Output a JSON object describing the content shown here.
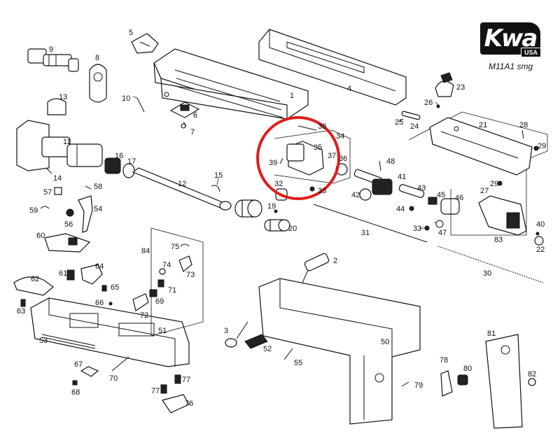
{
  "logo": {
    "brand": "Kwa",
    "sub": "USA",
    "model": "M11A1 smg"
  },
  "highlight": {
    "color": "#e11b1b"
  },
  "labels": [
    {
      "id": "l1",
      "text": "1"
    },
    {
      "id": "l2",
      "text": "2"
    },
    {
      "id": "l3",
      "text": "3"
    },
    {
      "id": "l4",
      "text": "4"
    },
    {
      "id": "l5",
      "text": "5"
    },
    {
      "id": "l6",
      "text": "6"
    },
    {
      "id": "l7",
      "text": "7"
    },
    {
      "id": "l8",
      "text": "8"
    },
    {
      "id": "l9",
      "text": "9"
    },
    {
      "id": "l10",
      "text": "10"
    },
    {
      "id": "l11",
      "text": "11"
    },
    {
      "id": "l12",
      "text": "12"
    },
    {
      "id": "l13",
      "text": "13"
    },
    {
      "id": "l14",
      "text": "14"
    },
    {
      "id": "l15",
      "text": "15"
    },
    {
      "id": "l16",
      "text": "16"
    },
    {
      "id": "l17",
      "text": "17"
    },
    {
      "id": "l19",
      "text": "19"
    },
    {
      "id": "l20",
      "text": "20"
    },
    {
      "id": "l21",
      "text": "21"
    },
    {
      "id": "l22",
      "text": "22"
    },
    {
      "id": "l23",
      "text": "23"
    },
    {
      "id": "l24",
      "text": "24"
    },
    {
      "id": "l25",
      "text": "25"
    },
    {
      "id": "l26",
      "text": "26"
    },
    {
      "id": "l27",
      "text": "27"
    },
    {
      "id": "l28",
      "text": "28"
    },
    {
      "id": "l29a",
      "text": "29"
    },
    {
      "id": "l29b",
      "text": "29"
    },
    {
      "id": "l30",
      "text": "30"
    },
    {
      "id": "l31",
      "text": "31"
    },
    {
      "id": "l32",
      "text": "32"
    },
    {
      "id": "l33a",
      "text": "33"
    },
    {
      "id": "l33b",
      "text": "33"
    },
    {
      "id": "l34",
      "text": "34"
    },
    {
      "id": "l35",
      "text": "35"
    },
    {
      "id": "l36",
      "text": "36"
    },
    {
      "id": "l37",
      "text": "37"
    },
    {
      "id": "l38",
      "text": "38"
    },
    {
      "id": "l39",
      "text": "39"
    },
    {
      "id": "l40",
      "text": "40"
    },
    {
      "id": "l41",
      "text": "41"
    },
    {
      "id": "l42",
      "text": "42"
    },
    {
      "id": "l43",
      "text": "43"
    },
    {
      "id": "l44",
      "text": "44"
    },
    {
      "id": "l45",
      "text": "45"
    },
    {
      "id": "l46",
      "text": "46"
    },
    {
      "id": "l47",
      "text": "47"
    },
    {
      "id": "l48",
      "text": "48"
    },
    {
      "id": "l50",
      "text": "50"
    },
    {
      "id": "l51",
      "text": "51"
    },
    {
      "id": "l52",
      "text": "52"
    },
    {
      "id": "l53",
      "text": "53"
    },
    {
      "id": "l54",
      "text": "54"
    },
    {
      "id": "l55",
      "text": "55"
    },
    {
      "id": "l56",
      "text": "56"
    },
    {
      "id": "l57",
      "text": "57"
    },
    {
      "id": "l58",
      "text": "58"
    },
    {
      "id": "l59",
      "text": "59"
    },
    {
      "id": "l60",
      "text": "60"
    },
    {
      "id": "l61",
      "text": "61"
    },
    {
      "id": "l62",
      "text": "62"
    },
    {
      "id": "l63",
      "text": "63"
    },
    {
      "id": "l64",
      "text": "64"
    },
    {
      "id": "l65",
      "text": "65"
    },
    {
      "id": "l66",
      "text": "66"
    },
    {
      "id": "l67",
      "text": "67"
    },
    {
      "id": "l68",
      "text": "68"
    },
    {
      "id": "l69",
      "text": "69"
    },
    {
      "id": "l70",
      "text": "70"
    },
    {
      "id": "l71",
      "text": "71"
    },
    {
      "id": "l72",
      "text": "72"
    },
    {
      "id": "l73",
      "text": "73"
    },
    {
      "id": "l74",
      "text": "74"
    },
    {
      "id": "l75",
      "text": "75"
    },
    {
      "id": "l76",
      "text": "76"
    },
    {
      "id": "l77a",
      "text": "77"
    },
    {
      "id": "l77b",
      "text": "77"
    },
    {
      "id": "l78",
      "text": "78"
    },
    {
      "id": "l79",
      "text": "79"
    },
    {
      "id": "l80",
      "text": "80"
    },
    {
      "id": "l81",
      "text": "81"
    },
    {
      "id": "l82",
      "text": "82"
    },
    {
      "id": "l83",
      "text": "83"
    },
    {
      "id": "l84",
      "text": "84"
    }
  ]
}
